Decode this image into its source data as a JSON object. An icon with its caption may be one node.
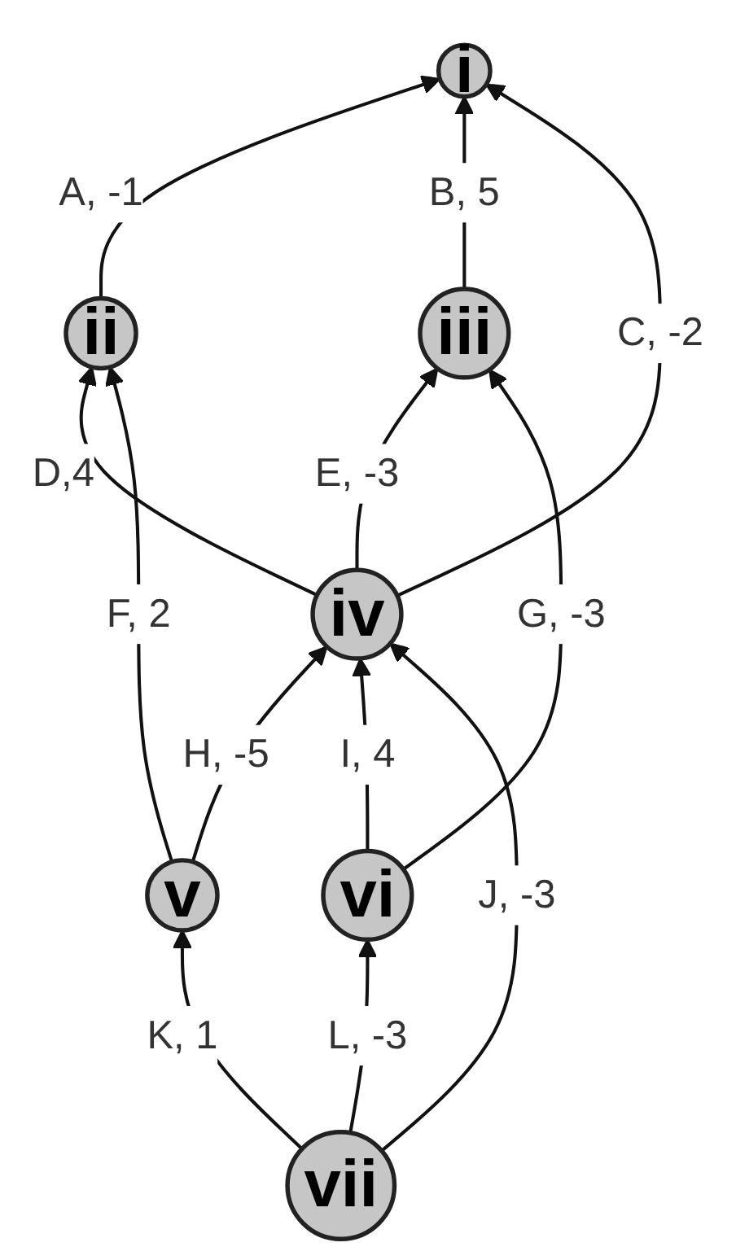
{
  "diagram": {
    "nodes": [
      {
        "text": [
          "i"
        ]
      },
      {
        "text": [
          "ii"
        ]
      },
      {
        "text": [
          "iii"
        ]
      },
      {
        "text": [
          "iv"
        ]
      },
      {
        "text": [
          "v"
        ]
      },
      {
        "text": [
          "vi"
        ]
      },
      {
        "text": [
          "vii"
        ]
      }
    ],
    "edges": [
      {
        "from": 1,
        "to": 0,
        "arrow": "to",
        "label": "A, -1"
      },
      {
        "from": 2,
        "to": 0,
        "arrow": "to",
        "label": "B, 5"
      },
      {
        "from": 3,
        "to": 0,
        "arrow": "to",
        "label": "C, -2"
      },
      {
        "from": 3,
        "to": 1,
        "arrow": "to",
        "label": "D,4"
      },
      {
        "from": 3,
        "to": 2,
        "arrow": "to",
        "label": "E, -3"
      },
      {
        "from": 4,
        "to": 1,
        "arrow": "to",
        "label": "F, 2"
      },
      {
        "from": 5,
        "to": 2,
        "arrow": "to",
        "label": "G, -3"
      },
      {
        "from": 4,
        "to": 3,
        "arrow": "to",
        "label": "H, -5"
      },
      {
        "from": 5,
        "to": 3,
        "arrow": "to",
        "label": "I, 4"
      },
      {
        "from": 6,
        "to": 3,
        "arrow": "to",
        "label": "J, -3"
      },
      {
        "from": 6,
        "to": 4,
        "arrow": "to",
        "label": "K, 1"
      },
      {
        "from": 6,
        "to": 5,
        "arrow": "to",
        "label": "L, -3"
      }
    ]
  }
}
